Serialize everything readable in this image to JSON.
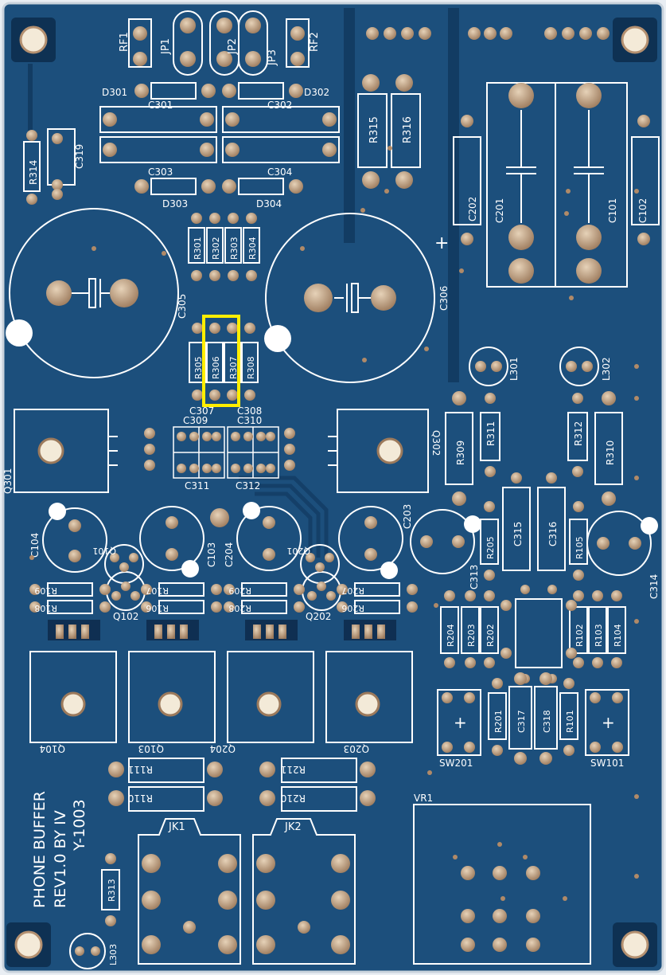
{
  "board": {
    "colors": {
      "pcb": "#1c4f7c",
      "pcb_dark": "#10385d",
      "silk": "#ffffff",
      "pad": "#c8a98a",
      "pad_hole": "#f3ead8",
      "highlight": "#ffee00"
    },
    "silkscreen_title": [
      "PHONE BUFFER",
      "REV1.0 BY IV",
      "Y-1003"
    ],
    "labels": {
      "RF1": "RF1",
      "JP1": "JP1",
      "JP2": "JP2",
      "JP3": "JP3",
      "RF2": "RF2",
      "D301": "D301",
      "D302": "D302",
      "D303": "D303",
      "D304": "D304",
      "C301": "C301",
      "C302": "C302",
      "C303": "C303",
      "C304": "C304",
      "R314": "R314",
      "C319": "C319",
      "R315": "R315",
      "R316": "R316",
      "C202": "C202",
      "C201": "C201",
      "C101": "C101",
      "C102": "C102",
      "R301": "R301",
      "R302": "R302",
      "R303": "R303",
      "R304": "R304",
      "C305": "C305",
      "C306": "C306",
      "R305": "R305",
      "R306": "R306",
      "R307": "R307",
      "R308": "R308",
      "C307": "C307",
      "C308": "C308",
      "C309": "C309",
      "C310": "C310",
      "C311": "C311",
      "C312": "C312",
      "L301": "L301",
      "L302": "L302",
      "Q301": "Q301",
      "Q302": "Q302",
      "R309": "R309",
      "R311": "R311",
      "R312": "R312",
      "R310": "R310",
      "C104": "C104",
      "C103": "C103",
      "C204": "C204",
      "C203": "C203",
      "Q101": "Q101",
      "Q201": "Q201",
      "Q102": "Q102",
      "Q202": "Q202",
      "C313": "C313",
      "R205": "R205",
      "C315": "C315",
      "C316": "C316",
      "R105": "R105",
      "C314": "C314",
      "R109": "R109",
      "R108": "R108",
      "R107": "R107",
      "R106": "R106",
      "R209": "R209",
      "R208": "R208",
      "R207": "R207",
      "R206": "R206",
      "R204": "R204",
      "R203": "R203",
      "R202": "R202",
      "R102": "R102",
      "R103": "R103",
      "R104": "R104",
      "Q104": "Q104",
      "Q103": "Q103",
      "Q204": "Q204",
      "Q203": "Q203",
      "R201": "R201",
      "C317": "C317",
      "C318": "C318",
      "R101": "R101",
      "SW201": "SW201",
      "SW101": "SW101",
      "R111": "R111",
      "R110": "R110",
      "R211": "R211",
      "R210": "R210",
      "JK1": "JK1",
      "JK2": "JK2",
      "VR1": "VR1",
      "R313": "R313",
      "L303": "L303"
    },
    "highlighted": "R306 / R307"
  }
}
